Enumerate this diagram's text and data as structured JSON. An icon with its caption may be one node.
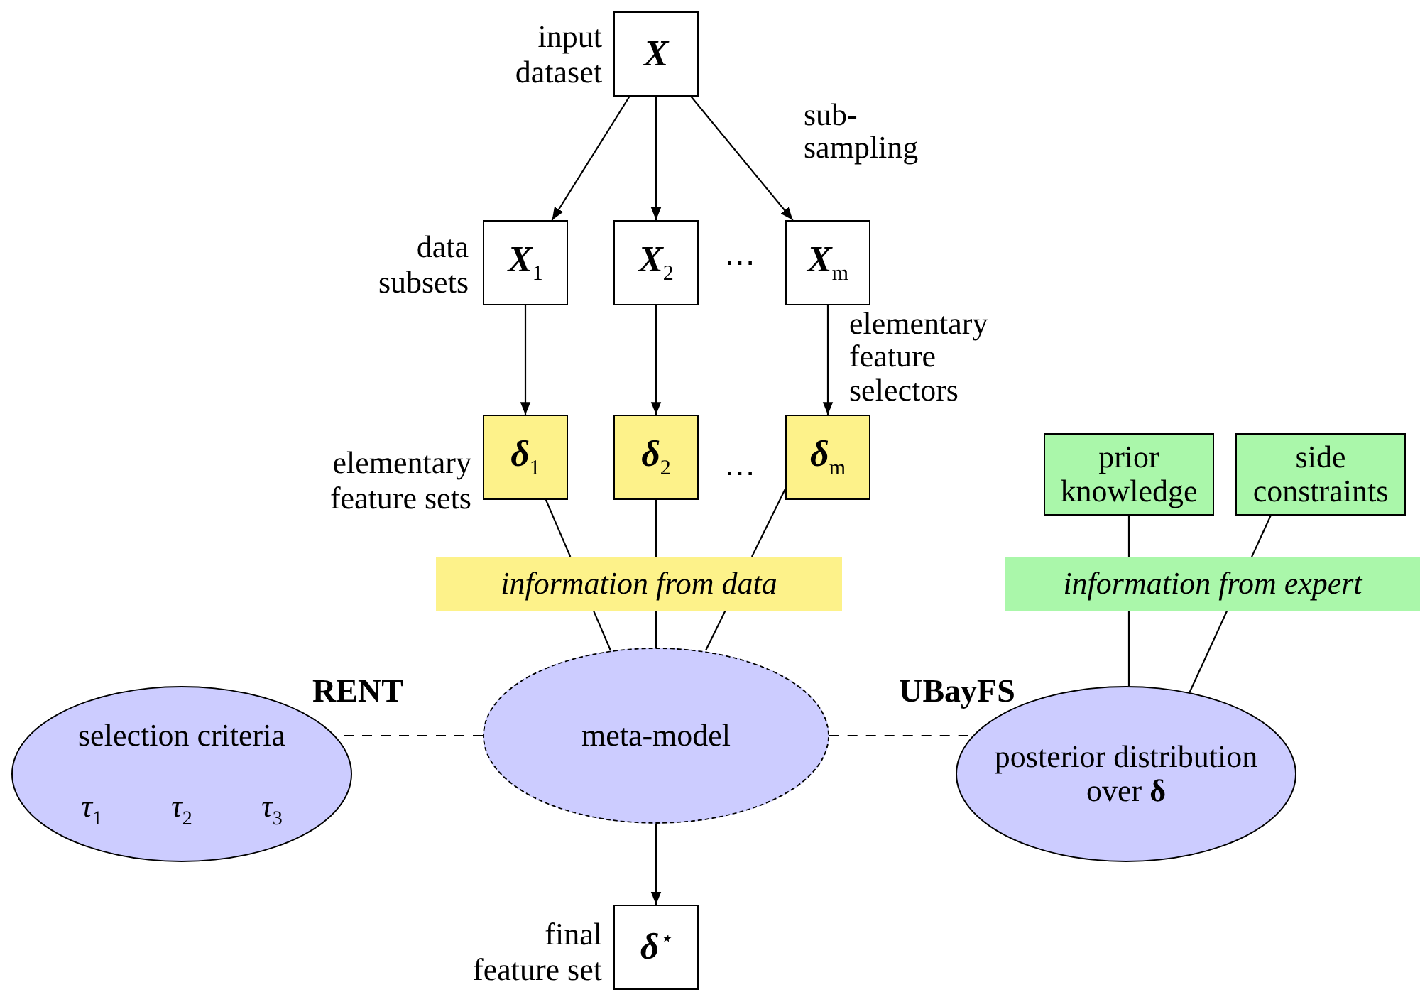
{
  "diagram": {
    "nodes": [
      {
        "text": [
          "X"
        ],
        "beside": [
          "input dataset"
        ]
      },
      {
        "text": [
          "X$_{1}$"
        ],
        "beside": [
          "data subsets"
        ]
      },
      {
        "text": [
          "X$_{2}$"
        ]
      },
      {
        "text": [
          "X$_{m}$"
        ]
      },
      {
        "text": [
          "δ$_{1}$"
        ],
        "beside": [
          "elementary feature sets"
        ]
      },
      {
        "text": [
          "δ$_{2}$"
        ]
      },
      {
        "text": [
          "δ$_{m}$"
        ]
      },
      {
        "text": [
          "information from data"
        ]
      },
      {
        "text": [
          "prior knowledge"
        ]
      },
      {
        "text": [
          "side constraints"
        ]
      },
      {
        "text": [
          "information from expert"
        ]
      },
      {
        "text": [
          "selection criteria",
          "τ$_{1}$",
          "τ$_{2}$",
          "τ$_{3}$"
        ]
      },
      {
        "text": [
          "meta-model"
        ]
      },
      {
        "text": [
          "posterior distribution over **δ**"
        ]
      },
      {
        "text": [
          "δ$^{⋆}$"
        ],
        "beside": [
          "final feature set"
        ]
      }
    ],
    "edges": [
      {
        "from": 0,
        "to": 1,
        "arrow": "to"
      },
      {
        "from": 0,
        "to": 2,
        "arrow": "to"
      },
      {
        "from": 0,
        "to": 3,
        "arrow": "to",
        "label": "sub- sampling"
      },
      {
        "from": 1,
        "to": 4,
        "arrow": "to"
      },
      {
        "from": 2,
        "to": 5,
        "arrow": "to"
      },
      {
        "from": 3,
        "to": 6,
        "arrow": "to",
        "label": "elementary feature selectors"
      },
      {
        "from": 4,
        "to": 7,
        "arrow": "none"
      },
      {
        "from": 5,
        "to": 7,
        "arrow": "none"
      },
      {
        "from": 6,
        "to": 7,
        "arrow": "none"
      },
      {
        "from": 7,
        "to": 12,
        "arrow": "none"
      },
      {
        "from": 7,
        "to": 12,
        "arrow": "none"
      },
      {
        "from": 7,
        "to": 12,
        "arrow": "none"
      },
      {
        "from": 8,
        "to": 10,
        "arrow": "none"
      },
      {
        "from": 9,
        "to": 10,
        "arrow": "none"
      },
      {
        "from": 10,
        "to": 13,
        "arrow": "none"
      },
      {
        "from": 10,
        "to": 13,
        "arrow": "none"
      },
      {
        "from": 12,
        "to": 11,
        "arrow": "none",
        "style": "dashed"
      },
      {
        "from": 12,
        "to": 13,
        "arrow": "none",
        "style": "dashed"
      },
      {
        "from": 12,
        "to": 14,
        "arrow": "to"
      }
    ],
    "labels": [
      "RENT",
      "UBayFS",
      "⋯",
      "⋯"
    ]
  }
}
